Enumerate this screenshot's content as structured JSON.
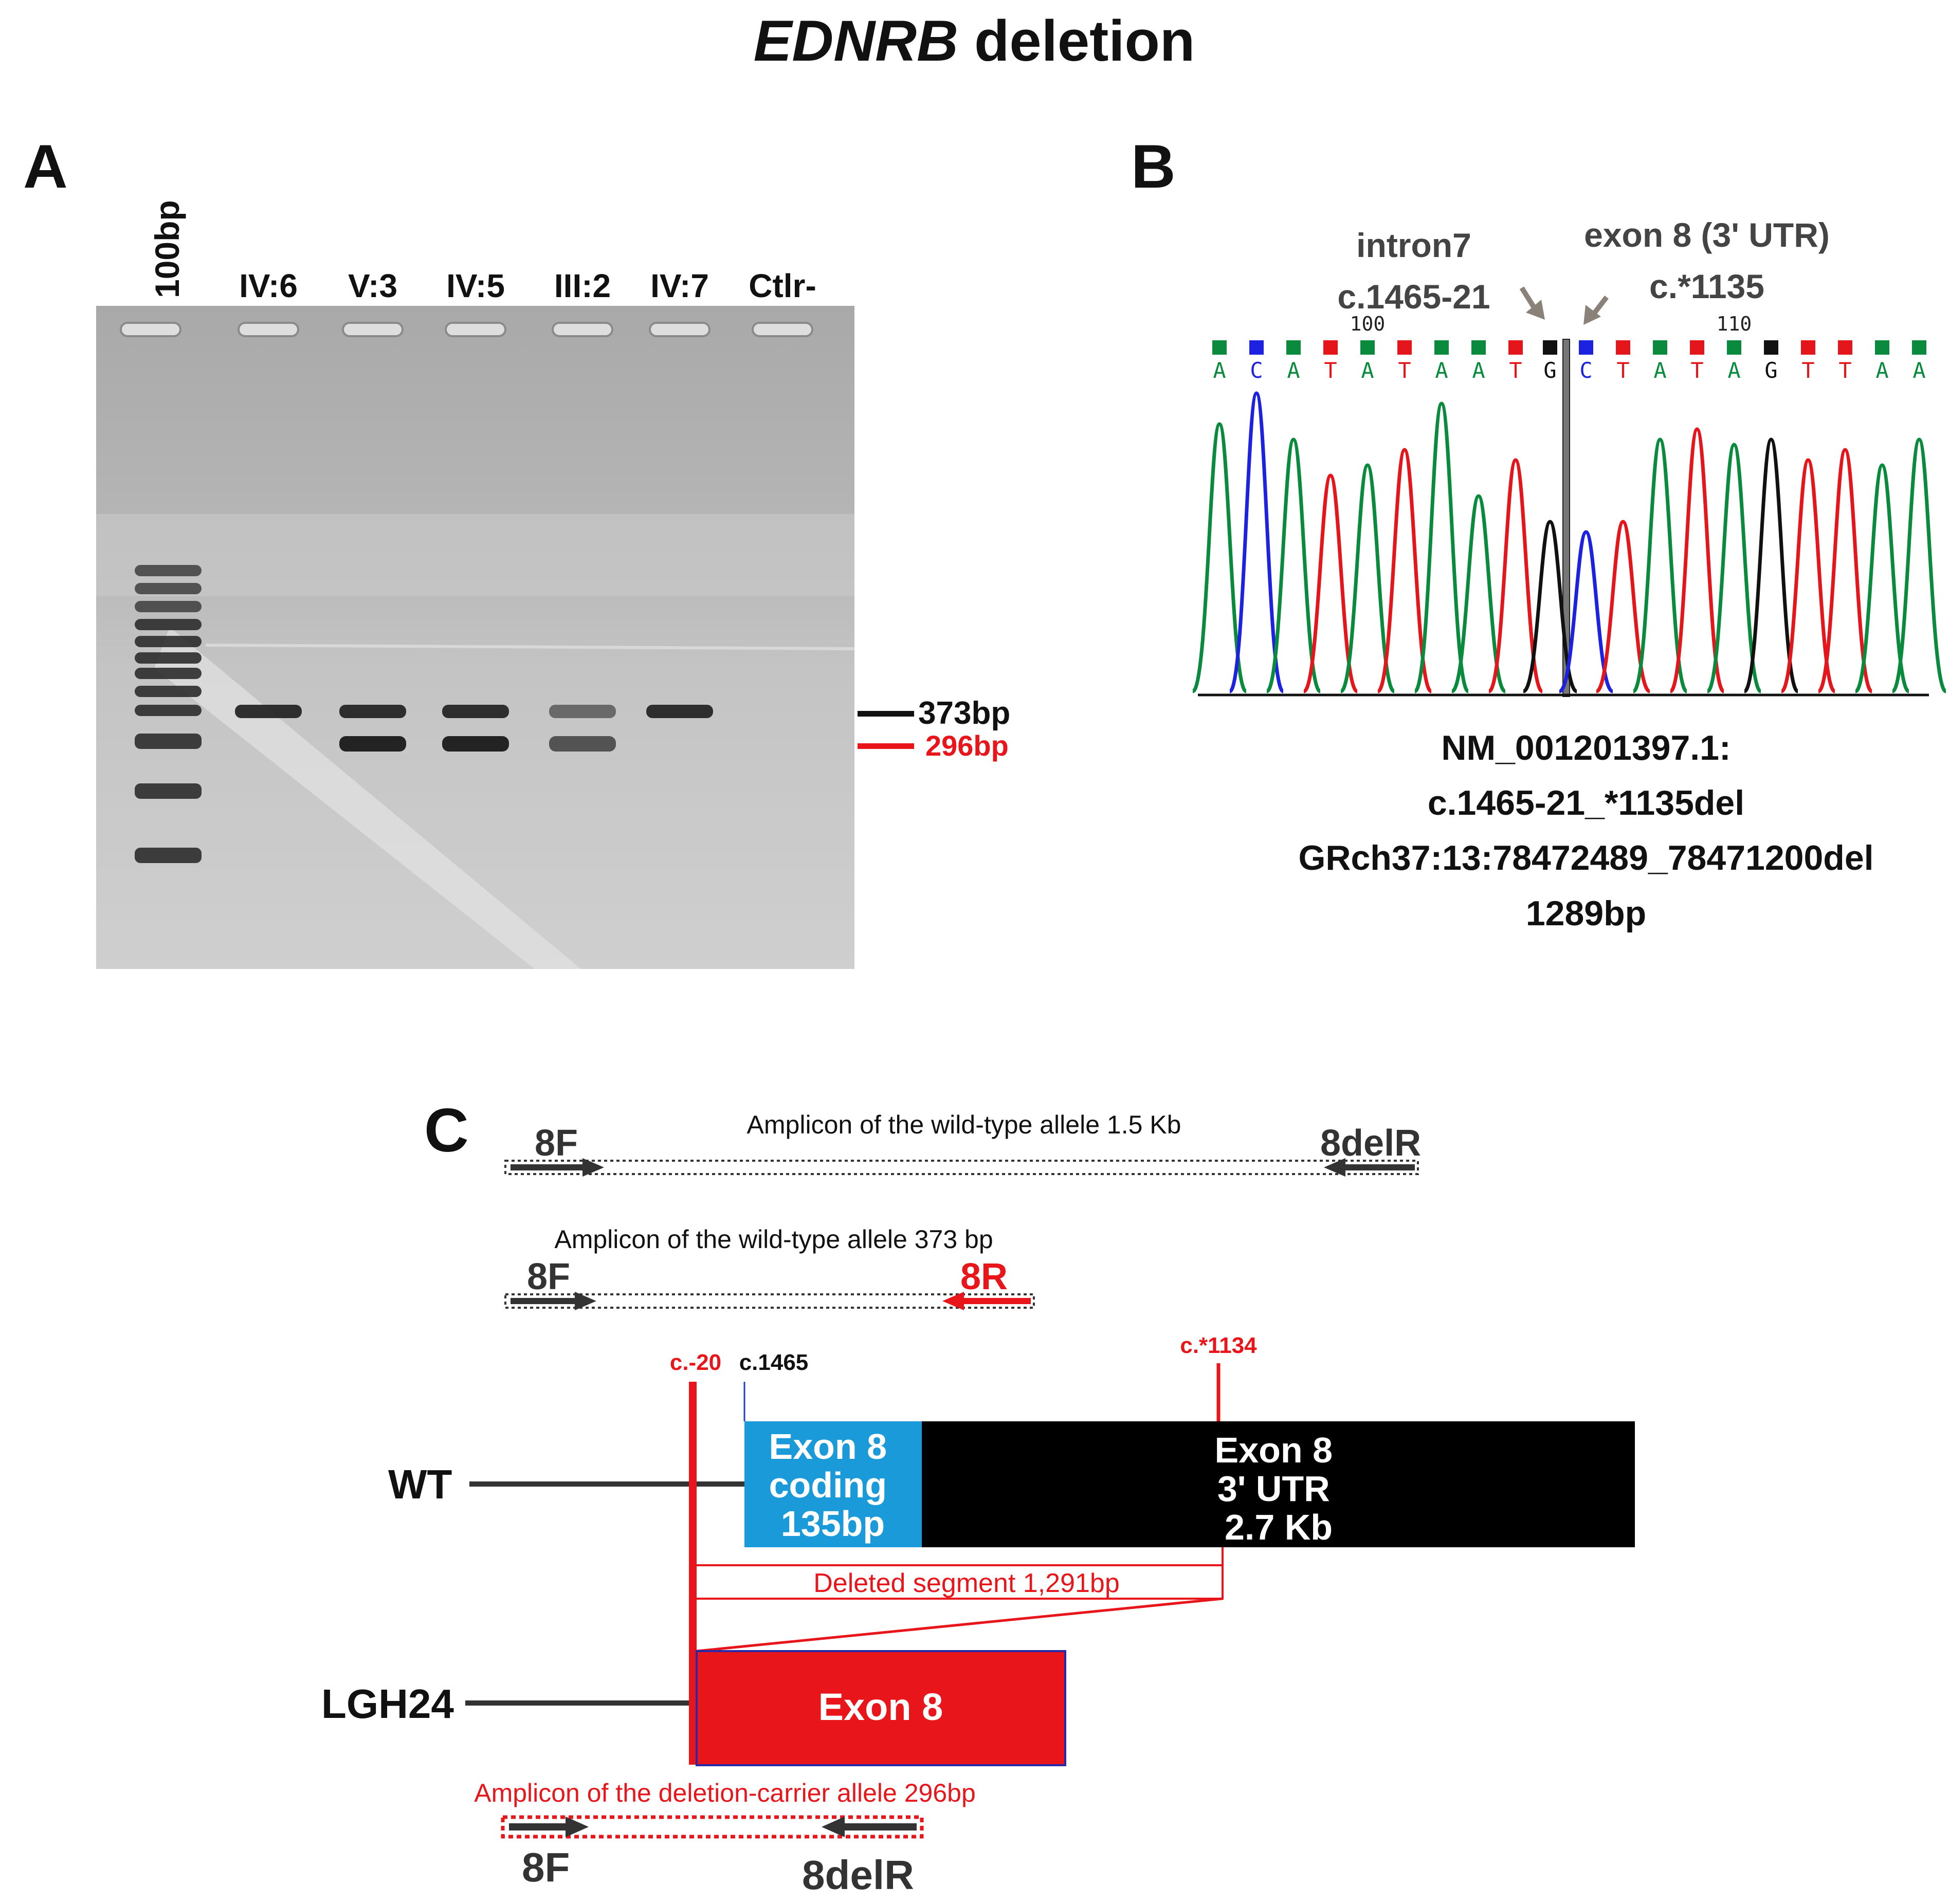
{
  "title": {
    "gene": "EDNRB",
    "rest": " deletion"
  },
  "panelA": {
    "label": "A",
    "ladder_label": "100bp",
    "lanes": [
      "IV:6",
      "V:3",
      "IV:5",
      "III:2",
      "IV:7",
      "Ctlr-"
    ],
    "band_373": "373bp",
    "band_296": "296bp",
    "lane_bands": [
      {
        "lane": "IV:6",
        "has_373": true,
        "has_296": false
      },
      {
        "lane": "V:3",
        "has_373": true,
        "has_296": true
      },
      {
        "lane": "IV:5",
        "has_373": true,
        "has_296": true
      },
      {
        "lane": "III:2",
        "has_373": true,
        "has_296": true
      },
      {
        "lane": "IV:7",
        "has_373": true,
        "has_296": false
      },
      {
        "lane": "Ctlr-",
        "has_373": false,
        "has_296": false
      }
    ]
  },
  "panelB": {
    "label": "B",
    "left_region": "intron7",
    "left_pos": "c.1465-21",
    "right_region": "exon 8 (3' UTR)",
    "right_pos": "c.*1135",
    "ruler": [
      "100",
      "110"
    ],
    "bases": [
      "A",
      "C",
      "A",
      "T",
      "A",
      "T",
      "A",
      "A",
      "T",
      "G",
      "C",
      "T",
      "A",
      "T",
      "A",
      "G",
      "T",
      "T",
      "A",
      "A"
    ],
    "base_colors": {
      "A": "#0a8a3c",
      "C": "#1d22e0",
      "G": "#111111",
      "T": "#e4161b"
    },
    "hgvs_transcript": "NM_001201397.1:",
    "hgvs_cdna": "c.1465-21_*1135del",
    "hgvs_genomic": "GRch37:13:78472489_78471200del",
    "size": "1289bp"
  },
  "panelC": {
    "label": "C",
    "amp_wt_long": {
      "text": "Amplicon  of the wild-type  allele 1.5 Kb",
      "fwd": "8F",
      "rev": "8delR"
    },
    "amp_wt_short": {
      "text": "Amplicon of the wild-type  allele 373 bp",
      "fwd": "8F",
      "rev": "8R"
    },
    "pos_c20": "c.-20",
    "pos_c1465": "c.1465",
    "pos_c1134": "c.*1134",
    "wt_label": "WT",
    "exon_coding": [
      "Exon 8",
      "coding",
      "135bp"
    ],
    "exon_utr": [
      "Exon 8",
      "3' UTR",
      "2.7 Kb"
    ],
    "deleted": "Deleted segment 1,291bp",
    "mut_label": "LGH24",
    "mut_exon": "Exon 8",
    "amp_del": {
      "text": "Amplicon of the deletion-carrier allele 296bp",
      "fwd": "8F",
      "rev": "8delR"
    },
    "colors": {
      "coding": "#1a9ad8",
      "utr": "#000000",
      "red": "#e8151b",
      "dark": "#333333"
    }
  }
}
